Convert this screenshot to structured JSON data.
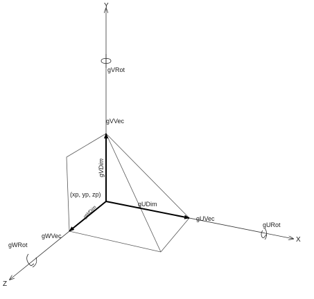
{
  "axes": {
    "x": "X",
    "y": "Y",
    "z": "Z"
  },
  "vectors": {
    "u": "gUVec",
    "v": "gVVec",
    "w": "gWVec"
  },
  "dimensions": {
    "u": "gUDim",
    "v": "gVDim",
    "w": "gWDim"
  },
  "rotations": {
    "u": "gURot",
    "v": "gVRot",
    "w": "gWRot"
  },
  "origin_label": "(xp, yp, zp)"
}
